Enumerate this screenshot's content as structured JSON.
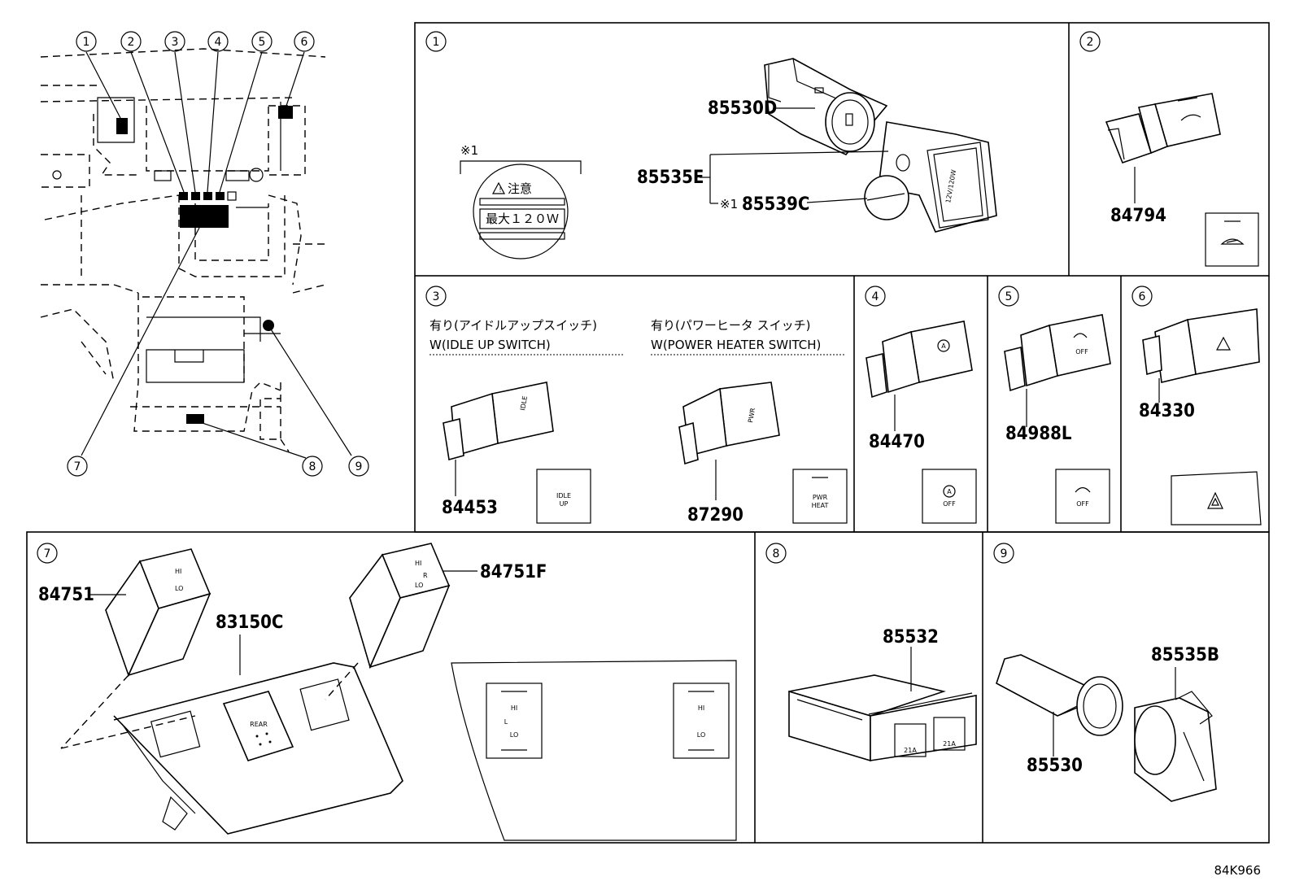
{
  "diagram_code": "84K966",
  "overview": {
    "callouts": [
      "1",
      "2",
      "3",
      "4",
      "5",
      "6",
      "7",
      "8",
      "9"
    ]
  },
  "panels": {
    "p1": {
      "index": "1",
      "note_marker": "※1",
      "label_caution": "注意",
      "label_max": "最大１２０Ｗ",
      "socket_text": "12V/120W",
      "parts": [
        "85530D",
        "85535E",
        "85539C"
      ],
      "note_prefix": "※1"
    },
    "p2": {
      "index": "2",
      "parts": [
        "84794"
      ]
    },
    "p3": {
      "index": "3",
      "variant_a_jp": "有り(アイドルアップスイッチ)",
      "variant_a_en": "W(IDLE UP SWITCH)",
      "variant_b_jp": "有り(パワーヒータ スイッチ)",
      "variant_b_en": "W(POWER HEATER SWITCH)",
      "parts": [
        "84453",
        "87290"
      ],
      "idle_label_1": "IDLE",
      "idle_label_2": "UP",
      "pwr_label_1": "PWR",
      "pwr_label_2": "HEAT"
    },
    "p4": {
      "index": "4",
      "parts": [
        "84470"
      ],
      "off": "OFF",
      "a": "A"
    },
    "p5": {
      "index": "5",
      "parts": [
        "84988L"
      ],
      "off": "OFF"
    },
    "p6": {
      "index": "6",
      "parts": [
        "84330"
      ]
    },
    "p7": {
      "index": "7",
      "parts": [
        "84751",
        "84751F",
        "83150C"
      ],
      "hi": "HI",
      "lo": "LO",
      "l": "L",
      "r": "R",
      "rear": "REAR"
    },
    "p8": {
      "index": "8",
      "parts": [
        "85532"
      ],
      "amp": "21A"
    },
    "p9": {
      "index": "9",
      "parts": [
        "85530",
        "85535B"
      ]
    }
  }
}
